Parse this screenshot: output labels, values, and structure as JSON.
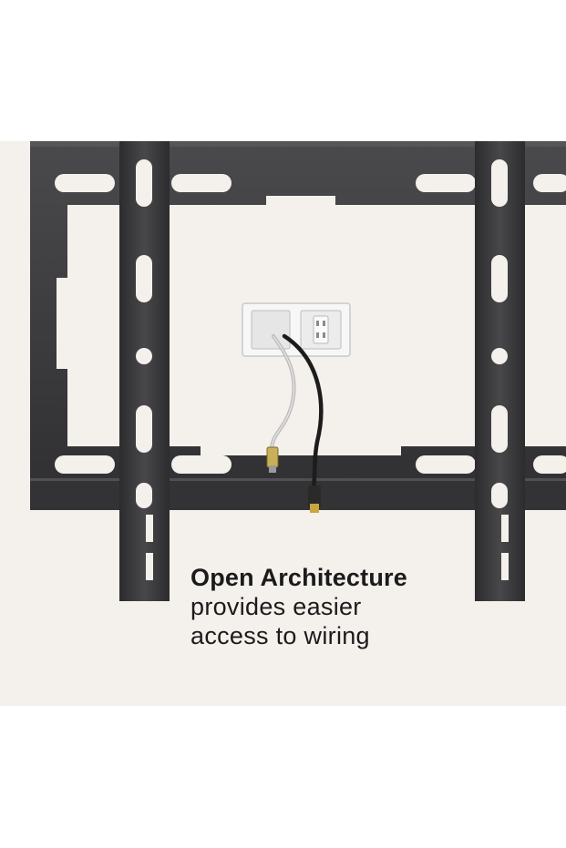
{
  "caption": {
    "headline": "Open Architecture",
    "line1": "provides easier",
    "line2": "access to wiring"
  },
  "colors": {
    "background": "#f4f0ec",
    "bracket": "#3a3a3c",
    "outlet_plate": "#f2f2f2",
    "text": "#1b1b1b"
  }
}
